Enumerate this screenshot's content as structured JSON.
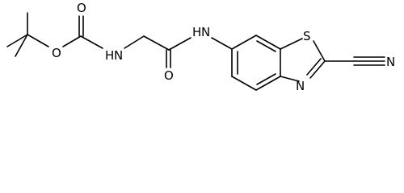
{
  "molecule": {
    "atoms": {
      "oxygen_ester": "O",
      "nh_carbamate": "N",
      "h_carbamate": "H",
      "oxygen_carbamate_carbonyl": "O",
      "nh_amide": "N",
      "h_amide": "H",
      "oxygen_amide_carbonyl": "O",
      "sulfur": "S",
      "nitrogen_thiazole": "N",
      "nitrogen_nitrile": "N"
    }
  }
}
